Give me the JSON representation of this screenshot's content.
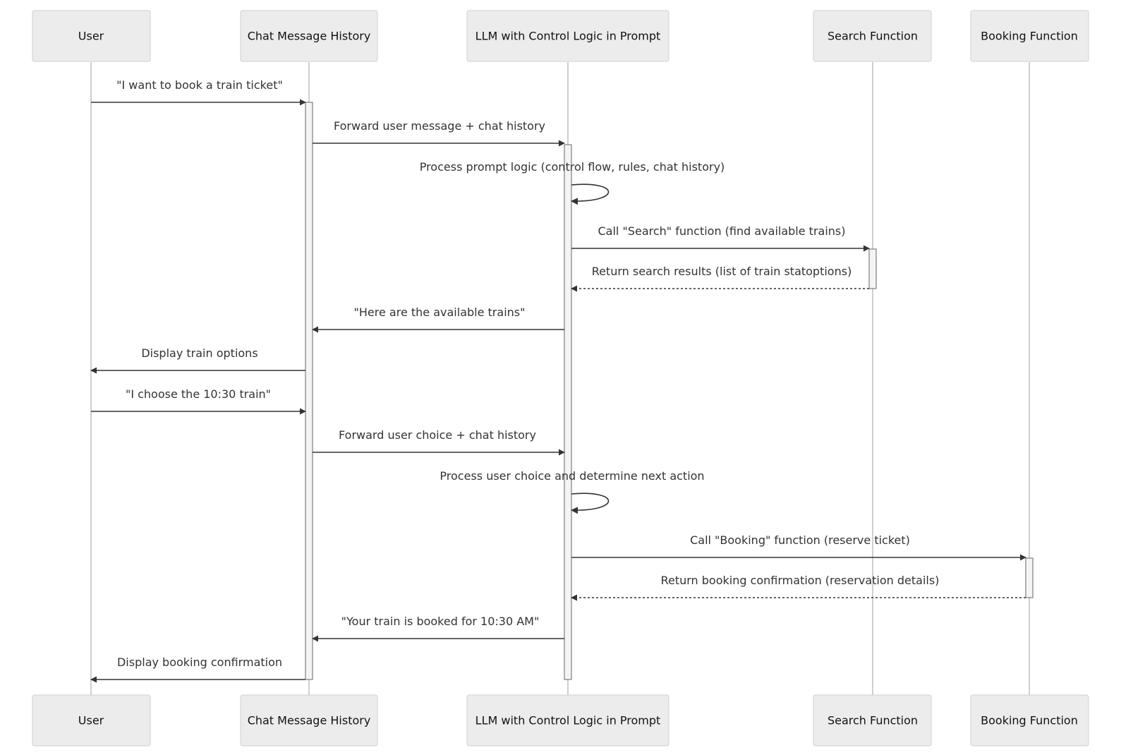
{
  "participants": [
    {
      "id": "user",
      "label": "User"
    },
    {
      "id": "history",
      "label": "Chat Message History"
    },
    {
      "id": "llm",
      "label": "LLM with Control Logic in Prompt"
    },
    {
      "id": "search",
      "label": "Search Function"
    },
    {
      "id": "booking",
      "label": "Booking Function"
    }
  ],
  "messages": [
    {
      "from": "user",
      "to": "history",
      "label": "\"I want to book a train ticket\"",
      "style": "solid"
    },
    {
      "from": "history",
      "to": "llm",
      "label": "Forward user message + chat history",
      "style": "solid"
    },
    {
      "from": "llm",
      "to": "llm",
      "label": "Process prompt logic (control flow, rules, chat history)",
      "style": "self"
    },
    {
      "from": "llm",
      "to": "search",
      "label": "Call \"Search\" function (find available trains)",
      "style": "solid"
    },
    {
      "from": "search",
      "to": "llm",
      "label": "Return search results (list of train statoptions)",
      "style": "dashed"
    },
    {
      "from": "llm",
      "to": "history",
      "label": "\"Here are the available trains\"",
      "style": "solid"
    },
    {
      "from": "history",
      "to": "user",
      "label": "Display train options",
      "style": "solid"
    },
    {
      "from": "user",
      "to": "history",
      "label": "\"I choose the 10:30 train\"",
      "style": "solid"
    },
    {
      "from": "history",
      "to": "llm",
      "label": "Forward user choice + chat history",
      "style": "solid"
    },
    {
      "from": "llm",
      "to": "llm",
      "label": "Process user choice and determine next action",
      "style": "self"
    },
    {
      "from": "llm",
      "to": "booking",
      "label": "Call \"Booking\" function (reserve ticket)",
      "style": "solid"
    },
    {
      "from": "booking",
      "to": "llm",
      "label": "Return booking confirmation (reservation details)",
      "style": "dashed"
    },
    {
      "from": "llm",
      "to": "history",
      "label": "\"Your train is booked for 10:30 AM\"",
      "style": "solid"
    },
    {
      "from": "history",
      "to": "user",
      "label": "Display booking confirmation",
      "style": "solid"
    }
  ],
  "activations": [
    {
      "participant": "history",
      "from_message": 0,
      "to_message": 13
    },
    {
      "participant": "llm",
      "from_message": 1,
      "to_message": 13
    },
    {
      "participant": "search",
      "from_message": 3,
      "to_message": 4
    },
    {
      "participant": "booking",
      "from_message": 10,
      "to_message": 11
    }
  ]
}
